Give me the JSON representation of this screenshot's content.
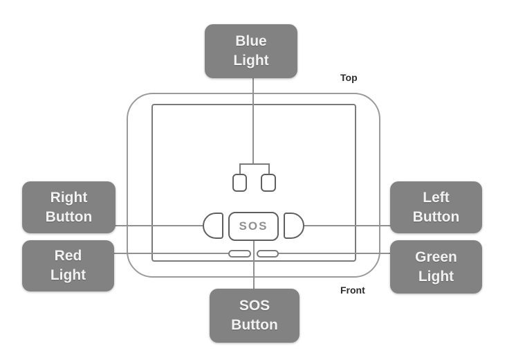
{
  "views": {
    "top": "Top",
    "front": "Front"
  },
  "callouts": {
    "blue_light": {
      "line1": "Blue",
      "line2": "Light"
    },
    "right_button": {
      "line1": "Right",
      "line2": "Button"
    },
    "red_light": {
      "line1": "Red",
      "line2": "Light"
    },
    "left_button": {
      "line1": "Left",
      "line2": "Button"
    },
    "green_light": {
      "line1": "Green",
      "line2": "Light"
    },
    "sos_button": {
      "line1": "SOS",
      "line2": "Button"
    }
  },
  "device": {
    "sos_label": "SOS"
  },
  "icons": {
    "led_pair_icon": "two rounded squares joined by a top bracket",
    "side_button_left_icon": "half-round button, flat right side",
    "side_button_right_icon": "half-round button, flat left side",
    "indicator_slot_icon": "small pill slot"
  },
  "colors": {
    "background": "#ffffff",
    "label_bg": "#828282",
    "label_text": "#f2f2f2",
    "connector": "#909090",
    "outline_outer": "#9a9a9a",
    "outline_inner": "#7a7a7a",
    "outline_dark": "#5f5f5f",
    "sos_text": "#8f8f8f",
    "view_label": "#2b2b2b"
  }
}
